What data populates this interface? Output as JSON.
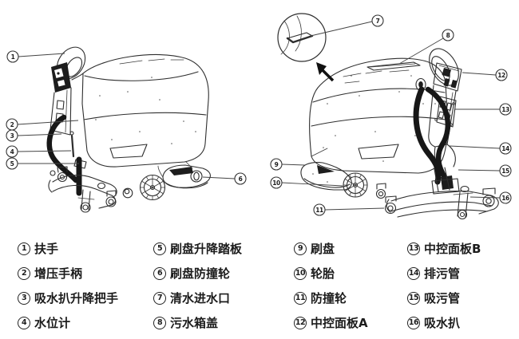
{
  "colors": {
    "background": "#ffffff",
    "ink": "#2e2e2e",
    "hose": "#171717",
    "text": "#1c1c1c"
  },
  "parts": [
    {
      "num": "1",
      "label": "扶手"
    },
    {
      "num": "2",
      "label": "增压手柄"
    },
    {
      "num": "3",
      "label": "吸水扒升降把手"
    },
    {
      "num": "4",
      "label": "水位计"
    },
    {
      "num": "5",
      "label": "刷盘升降踏板"
    },
    {
      "num": "6",
      "label": "刷盘防撞轮"
    },
    {
      "num": "7",
      "label": "清水进水口"
    },
    {
      "num": "8",
      "label": "污水箱盖"
    },
    {
      "num": "9",
      "label": "刷盘"
    },
    {
      "num": "10",
      "label": "轮胎"
    },
    {
      "num": "11",
      "label": "防撞轮"
    },
    {
      "num": "12",
      "label": "中控面板A"
    },
    {
      "num": "13",
      "label": "中控面板B"
    },
    {
      "num": "14",
      "label": "排污管"
    },
    {
      "num": "15",
      "label": "吸污管"
    },
    {
      "num": "16",
      "label": "吸水扒"
    }
  ]
}
